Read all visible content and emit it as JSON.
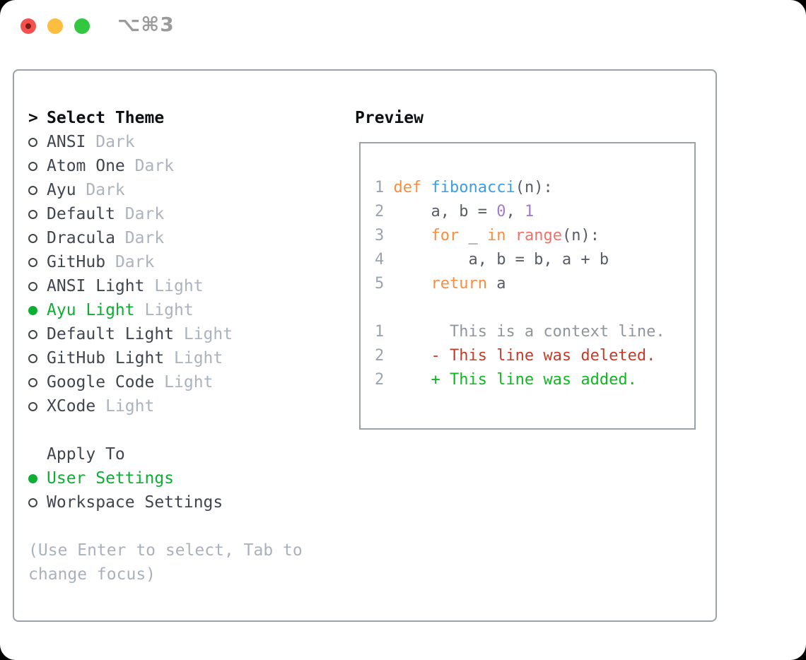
{
  "titlebar": {
    "title": "⌥⌘3",
    "buttons": [
      "close",
      "minimize",
      "zoom"
    ]
  },
  "theme_list": {
    "prompt": ">",
    "header": "Select Theme",
    "items": [
      {
        "name": "ANSI",
        "tag": "Dark",
        "selected": false
      },
      {
        "name": "Atom One",
        "tag": "Dark",
        "selected": false
      },
      {
        "name": "Ayu",
        "tag": "Dark",
        "selected": false
      },
      {
        "name": "Default",
        "tag": "Dark",
        "selected": false
      },
      {
        "name": "Dracula",
        "tag": "Dark",
        "selected": false
      },
      {
        "name": "GitHub",
        "tag": "Dark",
        "selected": false
      },
      {
        "name": "ANSI Light",
        "tag": "Light",
        "selected": false
      },
      {
        "name": "Ayu Light",
        "tag": "Light",
        "selected": true
      },
      {
        "name": "Default Light",
        "tag": "Light",
        "selected": false
      },
      {
        "name": "GitHub Light",
        "tag": "Light",
        "selected": false
      },
      {
        "name": "Google Code",
        "tag": "Light",
        "selected": false
      },
      {
        "name": "XCode",
        "tag": "Light",
        "selected": false
      }
    ]
  },
  "apply_to": {
    "header": "Apply To",
    "options": [
      {
        "name": "User Settings",
        "selected": true
      },
      {
        "name": "Workspace Settings",
        "selected": false
      }
    ]
  },
  "hint": "(Use Enter to select, Tab to change focus)",
  "preview": {
    "header": "Preview",
    "lines": [
      {
        "num": "1",
        "segments": [
          {
            "t": "def ",
            "c": "kw"
          },
          {
            "t": "fibonacci",
            "c": "fn"
          },
          {
            "t": "(n):",
            "c": "fg"
          }
        ]
      },
      {
        "num": "2",
        "segments": [
          {
            "t": "    a, b = ",
            "c": "fg"
          },
          {
            "t": "0",
            "c": "num"
          },
          {
            "t": ", ",
            "c": "fg"
          },
          {
            "t": "1",
            "c": "num"
          }
        ]
      },
      {
        "num": "3",
        "segments": [
          {
            "t": "    ",
            "c": "fg"
          },
          {
            "t": "for",
            "c": "kw"
          },
          {
            "t": " _ ",
            "c": "fg"
          },
          {
            "t": "in",
            "c": "kw"
          },
          {
            "t": " ",
            "c": "fg"
          },
          {
            "t": "range",
            "c": "call"
          },
          {
            "t": "(n):",
            "c": "fg"
          }
        ]
      },
      {
        "num": "4",
        "segments": [
          {
            "t": "        a, b = b, a + b",
            "c": "fg"
          }
        ]
      },
      {
        "num": "5",
        "segments": [
          {
            "t": "    ",
            "c": "fg"
          },
          {
            "t": "return",
            "c": "kw"
          },
          {
            "t": " a",
            "c": "fg"
          }
        ]
      },
      {
        "num": "",
        "segments": []
      },
      {
        "num": "1",
        "segments": [
          {
            "t": "      This is a context line.",
            "c": "ctx"
          }
        ]
      },
      {
        "num": "2",
        "segments": [
          {
            "t": "    - This line was deleted.",
            "c": "del"
          }
        ]
      },
      {
        "num": "2",
        "segments": [
          {
            "t": "    + This line was added.",
            "c": "add"
          }
        ]
      }
    ]
  },
  "colors": {
    "window_bg": "#ffffff",
    "border_gray": "#9aa1ab",
    "header_black": "#0c1015",
    "text_dark": "#3f4650",
    "tag_gray": "#abb3bf",
    "hint_gray": "#a9b1bd",
    "accent_green": "#0dae33",
    "added_green": "#0eb91f",
    "deleted_red": "#c53b2a",
    "keyword_orange": "#fa8d3e",
    "function_blue": "#3a9ee8",
    "builtin_salmon": "#f17168",
    "number_purple": "#a37acc",
    "code_fg": "#575d68",
    "line_number_gray": "#9aa3ae",
    "context_gray": "#8f969e",
    "traffic_red": "#f4514d",
    "traffic_red_dot": "#7a1b17",
    "traffic_yellow": "#fcbd40",
    "traffic_green": "#31c73e",
    "titlebar_text_gray": "#9b9b9b"
  }
}
